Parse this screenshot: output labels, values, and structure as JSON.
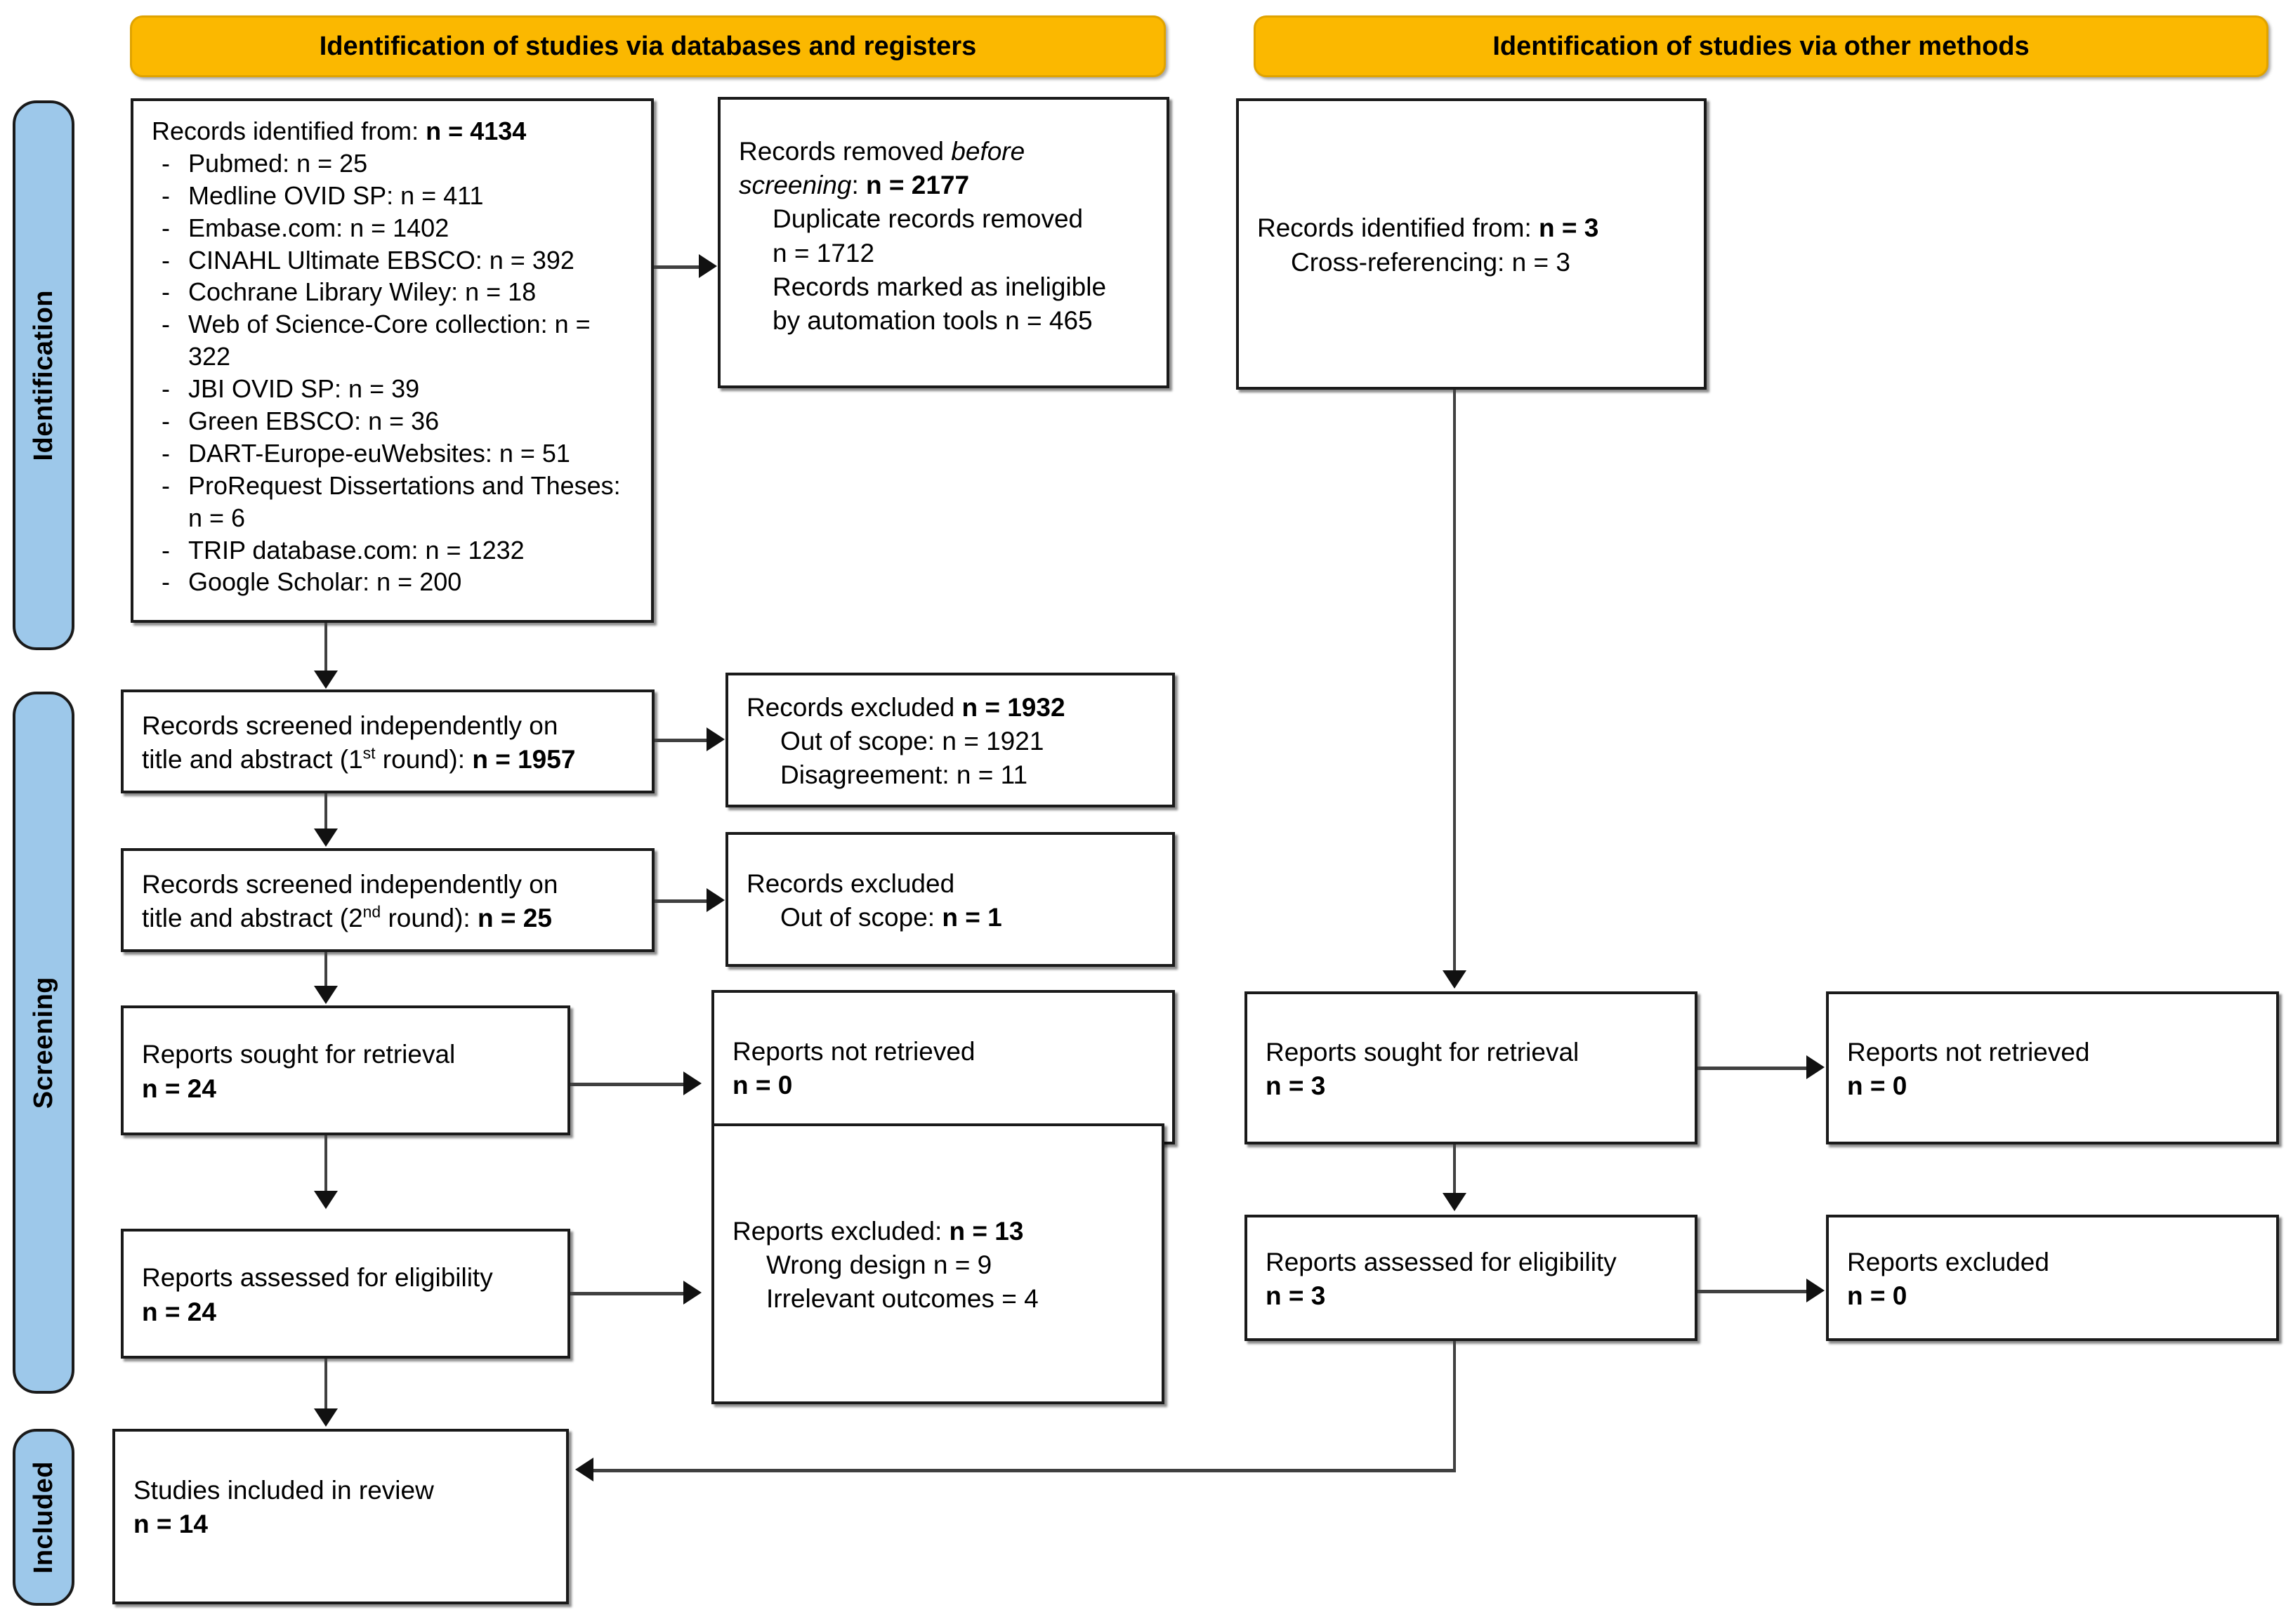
{
  "columns": {
    "left_header": "Identification of studies via databases and registers",
    "right_header": "Identification of studies via other methods"
  },
  "phases": {
    "identification": "Identification",
    "screening": "Screening",
    "included": "Included"
  },
  "left": {
    "records_identified": {
      "title_text": "Records identified from: ",
      "title_value": "n = 4134",
      "sources": [
        "Pubmed: n = 25",
        "Medline OVID SP: n = 411",
        "Embase.com: n = 1402",
        "CINAHL Ultimate EBSCO: n = 392",
        "Cochrane Library Wiley: n = 18",
        "Web of Science-Core collection: n = 322",
        "JBI OVID SP: n = 39",
        "Green EBSCO: n = 36",
        "DART-Europe-euWebsites: n = 51",
        "ProRequest Dissertations and Theses: n = 6",
        "TRIP database.com: n = 1232",
        "Google Scholar: n = 200"
      ]
    },
    "records_removed": {
      "line1_a": "Records removed ",
      "line1_em": "before screening",
      "line1_b": ": ",
      "line1_value": "n = 2177",
      "line2": "Duplicate records removed",
      "line3": "n = 1712",
      "line4": "Records marked as ineligible",
      "line5": "by automation tools n = 465"
    },
    "screened_round1": {
      "line1": "Records screened independently on",
      "line2_a": "title and abstract (1",
      "line2_sup": "st",
      "line2_b": " round): ",
      "line2_value": "n = 1957"
    },
    "excluded_round1": {
      "line1_a": "Records excluded ",
      "line1_value": "n = 1932",
      "line2": "Out of scope: n = 1921",
      "line3": "Disagreement: n = 11"
    },
    "screened_round2": {
      "line1": "Records screened independently on",
      "line2_a": "title and abstract (2",
      "line2_sup": "nd",
      "line2_b": " round): ",
      "line2_value": "n = 25"
    },
    "excluded_round2": {
      "line1": "Records excluded",
      "line2_a": "Out of scope: ",
      "line2_value": "n = 1"
    },
    "reports_sought": {
      "line1": "Reports sought for retrieval",
      "line2_value": "n = 24"
    },
    "reports_not_retrieved": {
      "line1": "Reports not retrieved",
      "line2_value": "n = 0"
    },
    "reports_assessed": {
      "line1": "Reports assessed for eligibility",
      "line2_value": "n = 24"
    },
    "reports_excluded": {
      "line1_a": "Reports excluded: ",
      "line1_value": "n = 13",
      "line2": "Wrong design n = 9",
      "line3": "Irrelevant outcomes = 4"
    },
    "studies_included": {
      "line1": "Studies included in review",
      "line2_value": "n = 14"
    }
  },
  "right": {
    "records_identified": {
      "line1_a": "Records identified from: ",
      "line1_value": "n = 3",
      "line2": "Cross-referencing: n = 3"
    },
    "reports_sought": {
      "line1": "Reports sought for retrieval",
      "line2_value": "n = 3"
    },
    "reports_not_retrieved": {
      "line1": "Reports not retrieved",
      "line2_value": "n = 0"
    },
    "reports_assessed": {
      "line1": "Reports assessed for eligibility",
      "line2_value": "n = 3"
    },
    "reports_excluded": {
      "line1": "Reports excluded",
      "line2_value": "n = 0"
    }
  },
  "colors": {
    "header_orange": "#FBB800",
    "phase_blue": "#9DC8EA",
    "box_border": "#1a1a1a",
    "connector": "#404040"
  }
}
